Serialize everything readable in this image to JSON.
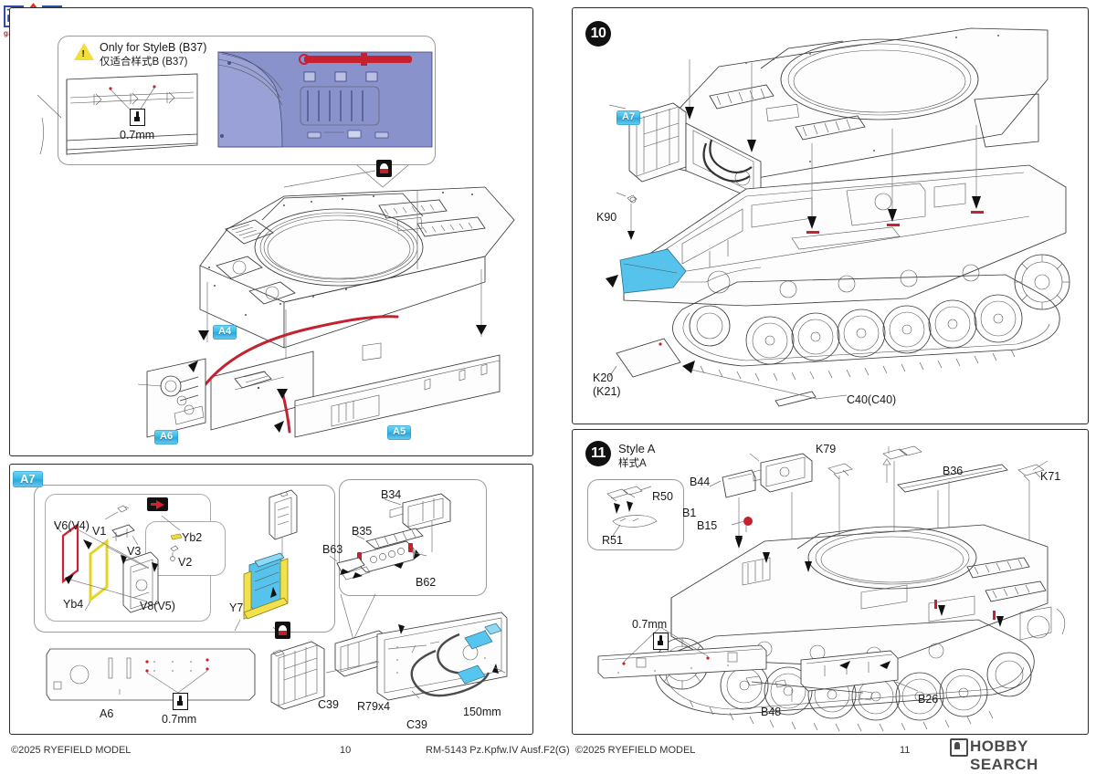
{
  "document": {
    "kit_code": "RM-5143 Pz.Kpfw.IV Ausf.F2(G)",
    "copyright": "©2025 RYEFIELD MODEL",
    "page_left": "10",
    "page_right": "11"
  },
  "watermark": {
    "char1": "高",
    "char2": "网",
    "url": "gao-zhan.com"
  },
  "hobby_search": {
    "text": "HOBBY SEARCH"
  },
  "panel_step9": {
    "callout": {
      "note_en": "Only for StyleB (B37)",
      "note_cn": "仅适合样式B (B37)",
      "drill_size": "0.7mm"
    },
    "labels": {
      "a4": "A4",
      "a5": "A5",
      "a6": "A6"
    }
  },
  "panel_a7": {
    "tag": "A7",
    "labels": {
      "v6v4": "V6(V4)",
      "v1": "V1",
      "v3": "V3",
      "yb2": "Yb2",
      "v2": "V2",
      "yb4": "Yb4",
      "v8v5": "V8(V5)",
      "y7": "Y7",
      "b34": "B34",
      "b35": "B35",
      "b63": "B63",
      "b62": "B62",
      "a6": "A6",
      "drill_size": "0.7mm",
      "c39_a": "C39",
      "r79x4": "R79x4",
      "c39_b": "C39",
      "length": "150mm"
    }
  },
  "panel_step10": {
    "step_number": "10",
    "tag_a7": "A7",
    "labels": {
      "k90": "K90",
      "k20": "K20",
      "k21": "(K21)",
      "c40": "C40(C40)"
    }
  },
  "panel_step11": {
    "step_number": "11",
    "title_en": "Style A",
    "title_cn": "样式A",
    "labels": {
      "r50": "R50",
      "r51": "R51",
      "b44": "B44",
      "b1": "B1",
      "b15": "B15",
      "k79": "K79",
      "b36": "B36",
      "k71": "K71",
      "b48": "B48",
      "b26": "B26",
      "drill_size": "0.7mm"
    }
  },
  "colors": {
    "tag_cyan": "#39bce8",
    "highlight_red": "#c32230",
    "part_blue": "#55c3ec",
    "part_yellow": "#f3e14b",
    "callout_purple": "#8a92cc"
  }
}
